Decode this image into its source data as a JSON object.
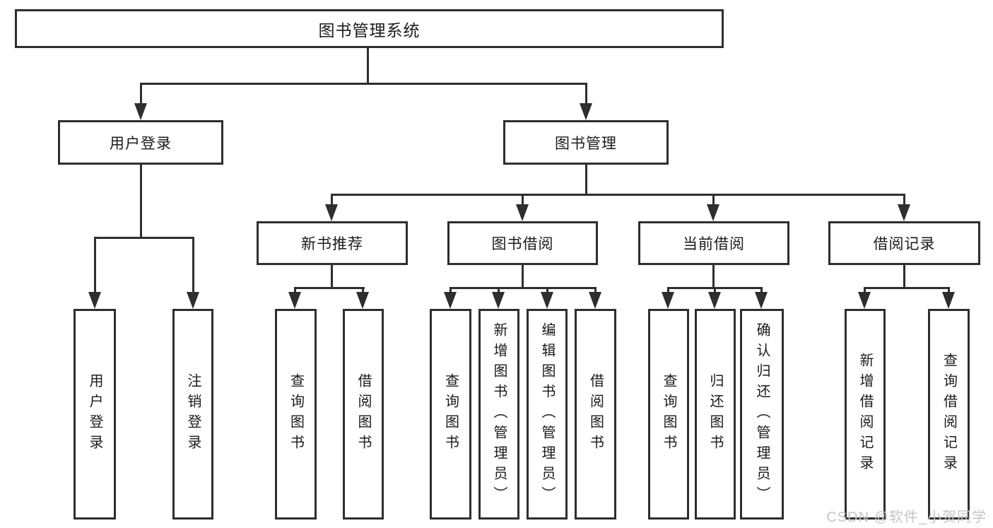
{
  "diagram": {
    "root": {
      "label": "图书管理系统"
    },
    "children": [
      {
        "label": "用户登录",
        "children": [
          {
            "label": "用户登录"
          },
          {
            "label": "注销登录"
          }
        ]
      },
      {
        "label": "图书管理",
        "children": [
          {
            "label": "新书推荐",
            "children": [
              {
                "label": "查询图书"
              },
              {
                "label": "借阅图书"
              }
            ]
          },
          {
            "label": "图书借阅",
            "children": [
              {
                "label": "查询图书"
              },
              {
                "label": "新增图书（管理员）"
              },
              {
                "label": "编辑图书（管理员）"
              },
              {
                "label": "借阅图书"
              }
            ]
          },
          {
            "label": "当前借阅",
            "children": [
              {
                "label": "查询图书"
              },
              {
                "label": "归还图书"
              },
              {
                "label": "确认归还（管理员）"
              }
            ]
          },
          {
            "label": "借阅记录",
            "children": [
              {
                "label": "新增借阅记录"
              },
              {
                "label": "查询借阅记录"
              }
            ]
          }
        ]
      }
    ]
  },
  "watermark": "CSDN @软件_小贺同学",
  "colors": {
    "line": "#2e2e2e",
    "background": "#ffffff",
    "watermark": "#c6c6c6"
  }
}
